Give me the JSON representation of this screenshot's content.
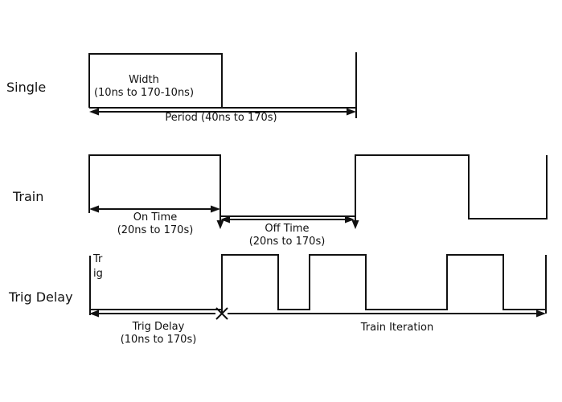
{
  "colors": {
    "background": "#ffffff",
    "line": "#111111",
    "text": "#111111"
  },
  "single": {
    "label": "Single",
    "width_line1": "Width",
    "width_line2": "(10ns to 170-10ns)",
    "period": "Period (40ns to 170s)"
  },
  "train": {
    "label": "Train",
    "on_time_line1": "On Time",
    "on_time_line2": "(20ns to 170s)",
    "off_time_line1": "Off Time",
    "off_time_line2": "(20ns to 170s)"
  },
  "trig_delay": {
    "label": "Trig Delay",
    "trig_marker": "Trig",
    "delay_line1": "Trig Delay",
    "delay_line2": "(10ns to 170s)",
    "train_iteration": "Train Iteration"
  }
}
